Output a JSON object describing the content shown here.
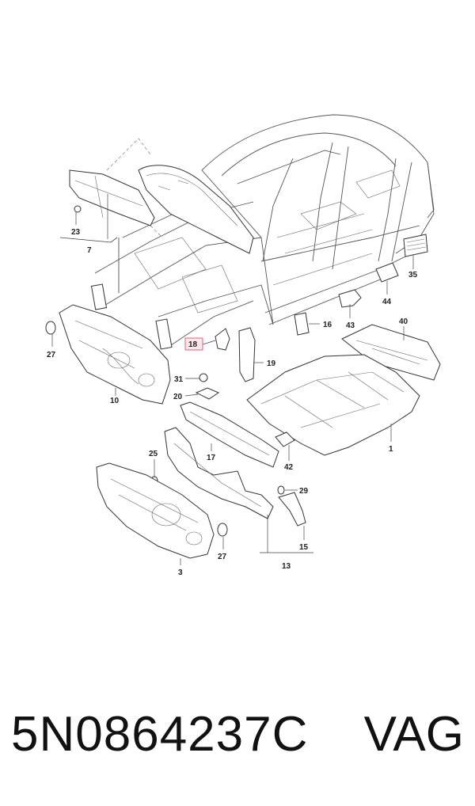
{
  "diagram": {
    "callouts": {
      "c23": "23",
      "c7": "7",
      "c35": "35",
      "c44": "44",
      "c27a": "27",
      "c10": "10",
      "c18": "18",
      "c16": "16",
      "c43": "43",
      "c40": "40",
      "c19": "19",
      "c31": "31",
      "c20": "20",
      "c17": "17",
      "c1": "1",
      "c42": "42",
      "c25": "25",
      "c29": "29",
      "c27b": "27",
      "c3": "3",
      "c15": "15",
      "c13": "13"
    },
    "highlighted_callout": "18",
    "highlight_color": "#d9667e"
  },
  "footer": {
    "part_number": "5N0864237C",
    "brand": "VAG"
  }
}
